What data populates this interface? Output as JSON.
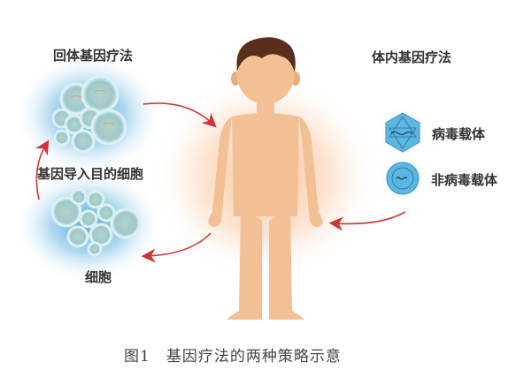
{
  "figure": {
    "left_title": "回体基因疗法",
    "right_title": "体内基因疗法",
    "left_labels": {
      "modified_cells": "基因导入目的细胞",
      "cells": "细胞"
    },
    "right_labels": {
      "viral_vector": "病毒载体",
      "non_viral_vector": "非病毒载体"
    },
    "caption_number": "图1",
    "caption_text": "基因疗法的两种策略示意",
    "colors": {
      "skin": "#f2c094",
      "hair": "#5a2e1c",
      "glow_orange": "#f9c9a0",
      "glow_blue": "#3aa0d8",
      "cell_fill": "#a9cfcf",
      "cell_rim": "#d6eef3",
      "arrow": "#d0343a",
      "vector_blue": "#5bb7e2"
    }
  }
}
